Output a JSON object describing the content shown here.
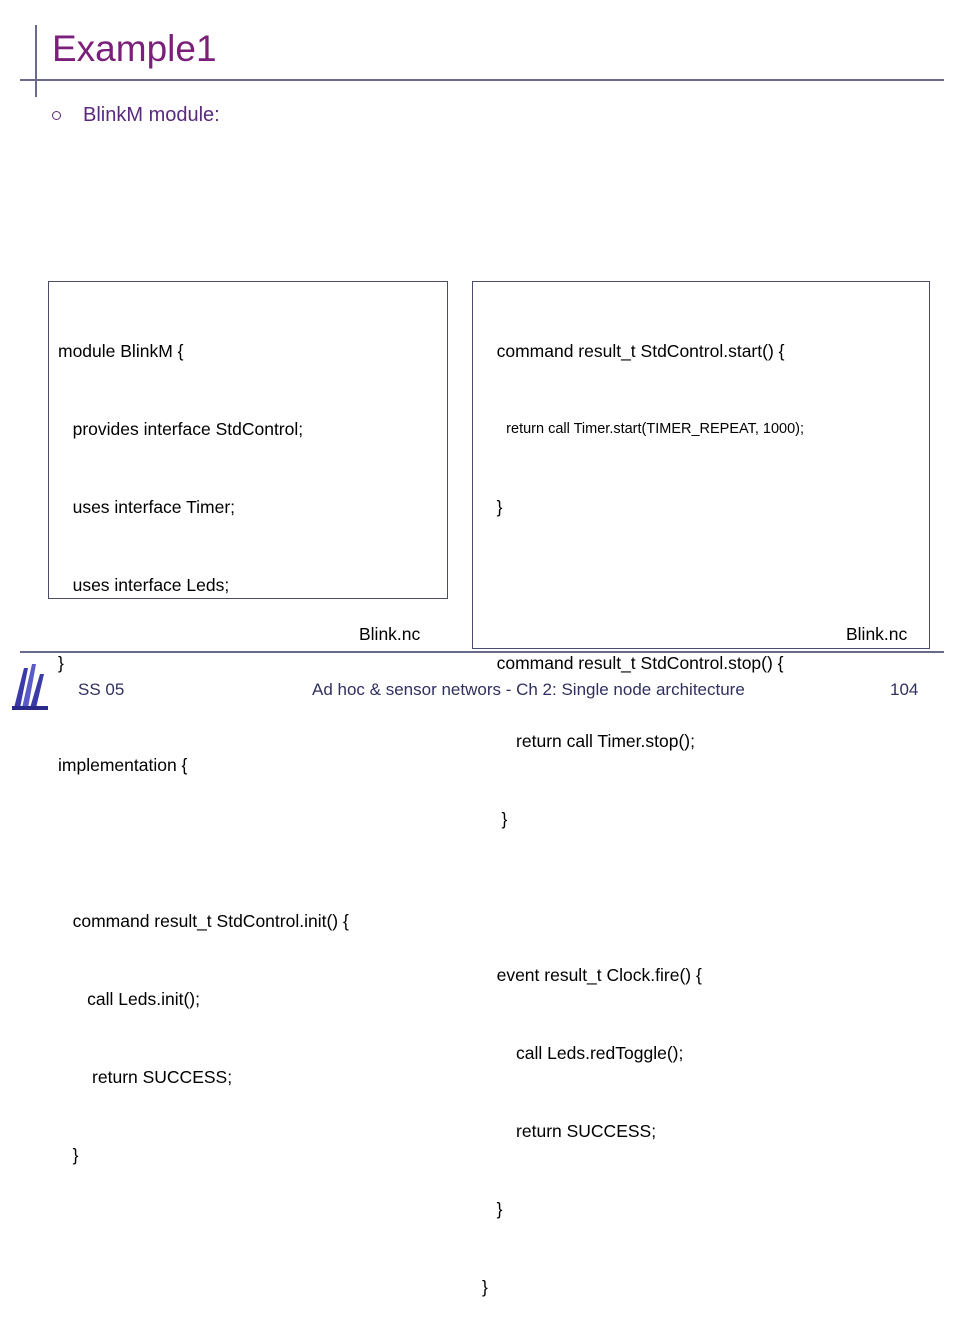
{
  "slide": {
    "title": "Example1",
    "bullet": "BlinkM module:"
  },
  "code_left": {
    "lines": [
      "module BlinkM {",
      "   provides interface StdControl;",
      "   uses interface Timer;",
      "   uses interface Leds;",
      "}",
      "implementation {",
      "",
      "   command result_t StdControl.init() {",
      "      call Leds.init();",
      "       return SUCCESS;",
      "   }"
    ],
    "filename": "Blink.nc"
  },
  "code_right": {
    "lines": [
      "   command result_t StdControl.start() {",
      "      return call Timer.start(TIMER_REPEAT, 1000);",
      "   }",
      "",
      "   command result_t StdControl.stop() {",
      "       return call Timer.stop();",
      "    }",
      "",
      "   event result_t Clock.fire() {",
      "       call Leds.redToggle();",
      "       return SUCCESS;",
      "   }",
      "}"
    ],
    "filename": "Blink.nc"
  },
  "footer": {
    "left": "SS 05",
    "center": "Ad hoc & sensor networs - Ch 2: Single node architecture",
    "page": "104"
  },
  "colors": {
    "title": "#7a1f7a",
    "bullet_text": "#5a2a7a",
    "rule": "#6a6a8a",
    "logo": "#3a3aa8"
  }
}
